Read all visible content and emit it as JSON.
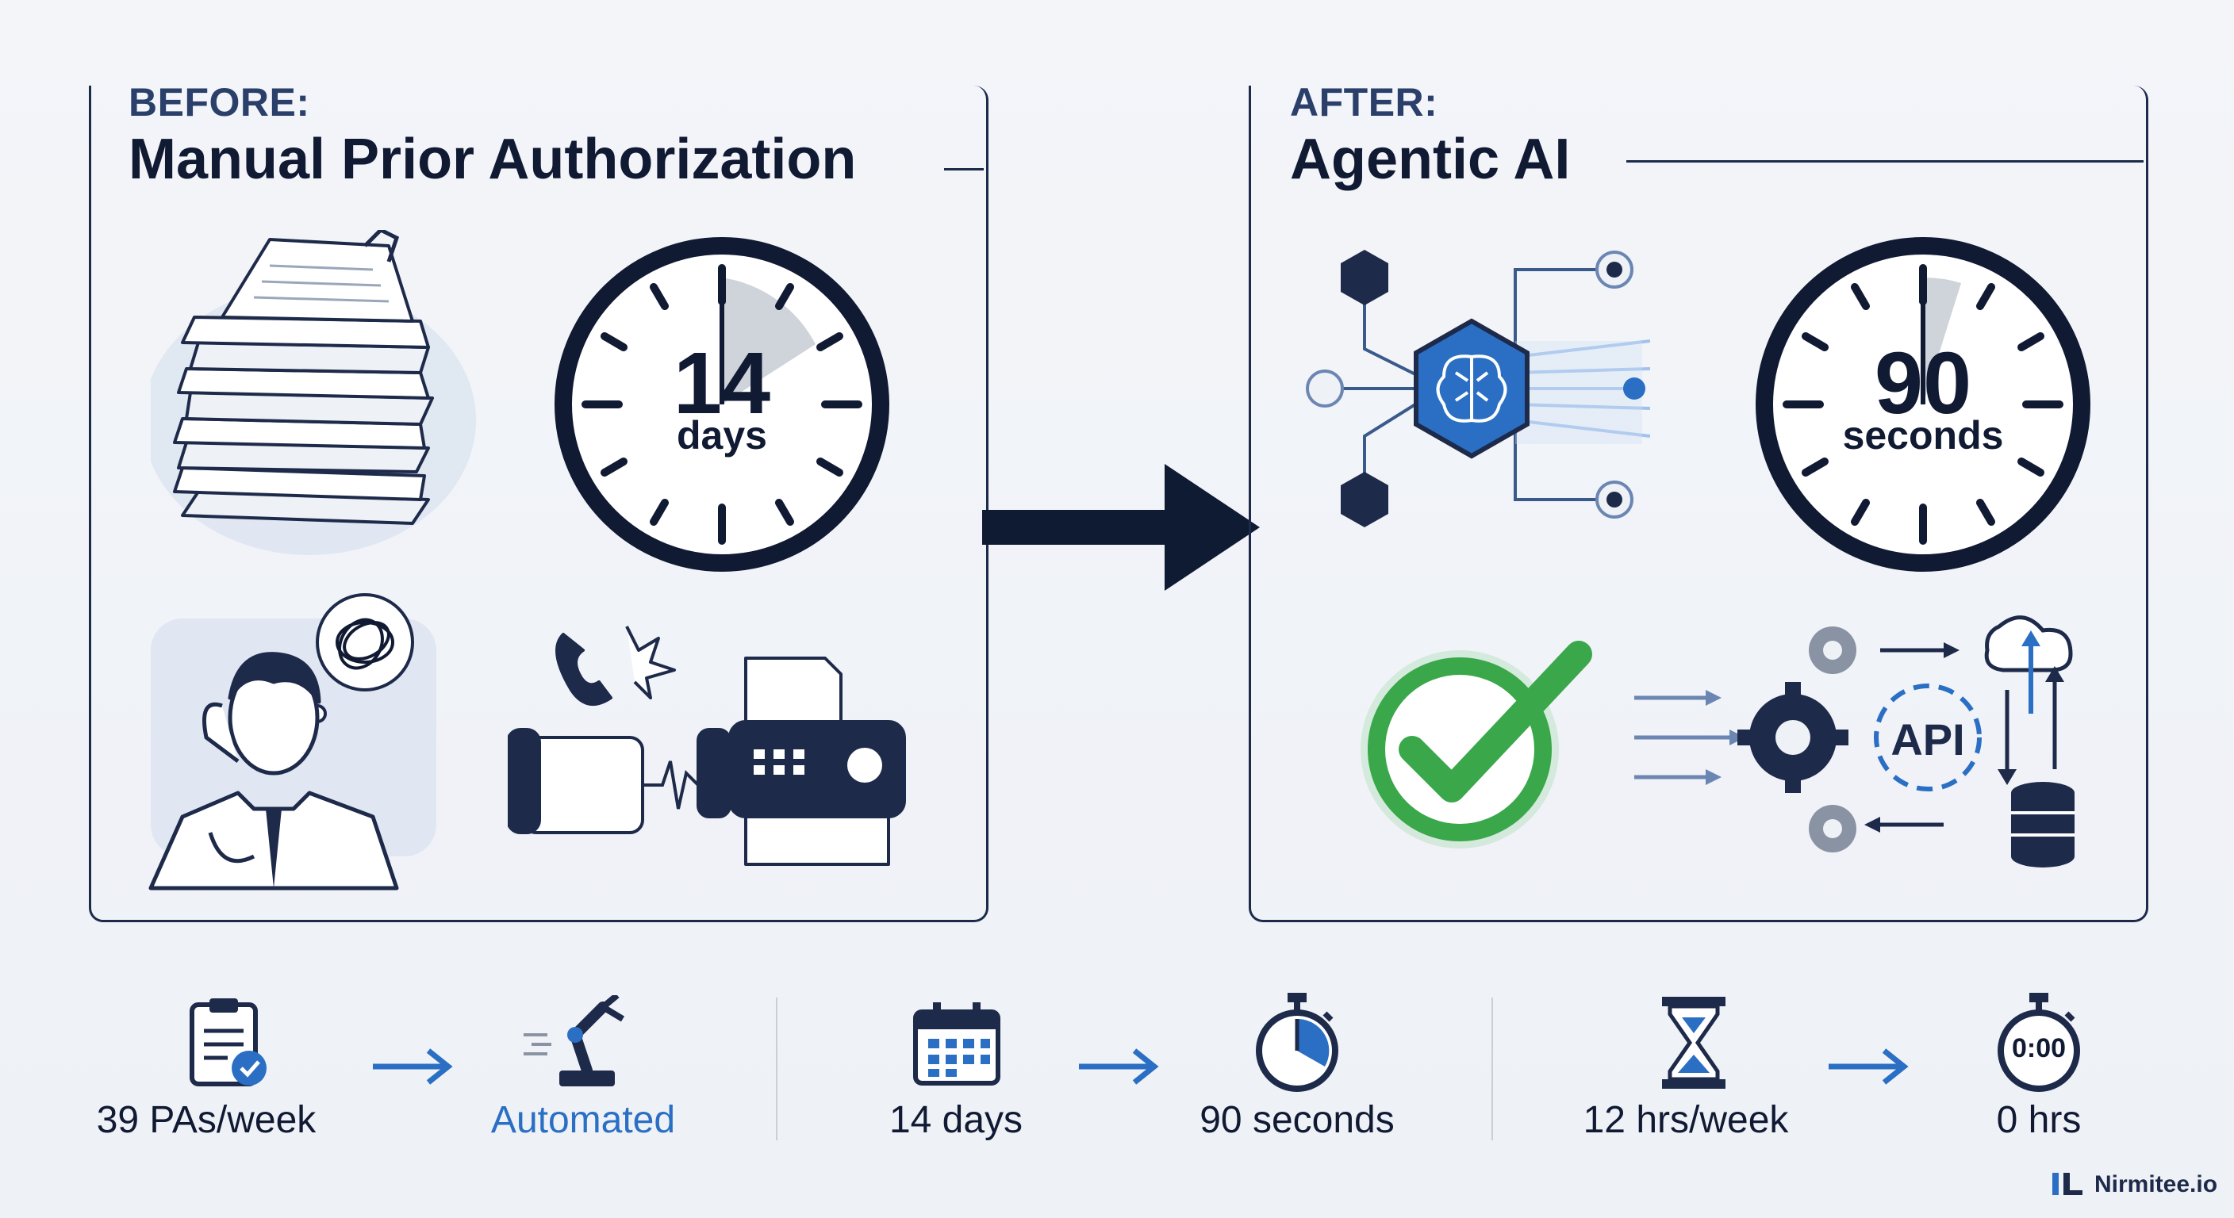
{
  "before": {
    "kicker": "BEFORE:",
    "title": "Manual Prior Authorization",
    "clock_value": "14",
    "clock_unit": "days"
  },
  "after": {
    "kicker": "AFTER:",
    "title": "Agentic AI",
    "clock_value": "90",
    "clock_unit": "seconds",
    "api_label": "API"
  },
  "metrics": [
    {
      "before": "39 PAs/week",
      "after": "Automated",
      "before_icon": "clipboard-check-icon",
      "after_icon": "robot-arm-icon"
    },
    {
      "before": "14 days",
      "after": "90 seconds",
      "before_icon": "calendar-icon",
      "after_icon": "stopwatch-icon"
    },
    {
      "before": "12 hrs/week",
      "after": "0 hrs",
      "before_icon": "hourglass-icon",
      "after_icon": "timer-icon"
    }
  ],
  "timer_readout": "0:00",
  "brand": {
    "name": "Nirmitee.io"
  },
  "colors": {
    "navy": "#1e2a4a",
    "accent_blue": "#2a6fc4",
    "green": "#3aa84a",
    "automated_text": "#2a6fc4"
  }
}
